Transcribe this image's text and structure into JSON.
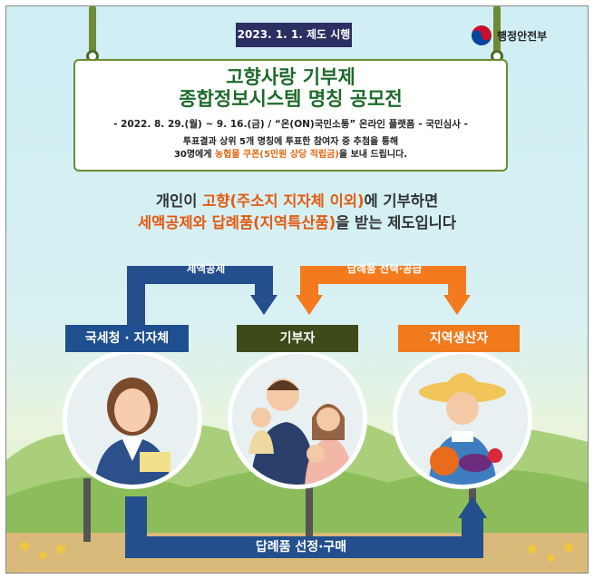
{
  "header": {
    "badge": "2023. 1. 1. 제도 시행",
    "ministry": "행정안전부",
    "ministry_logo_icon": "taegeuk-logo-icon"
  },
  "board": {
    "title_line1": "고향사랑 기부제",
    "title_line2": "종합정보시스템 명칭 공모전",
    "period": "- 2022. 8. 29.(월) ~ 9. 16.(금) / “온(ON)국민소통” 온라인 플랫폼 - 국민심사 -",
    "info_line1": "투표결과 상위 5개 명칭에 투표한 참여자 중 추첨을 통해",
    "info_line2_prefix": "30명에게 ",
    "info_line2_highlight": "농협몰 쿠폰(5만원 상당 적립금)",
    "info_line2_suffix": "을 보내 드립니다."
  },
  "description": {
    "line1_a": "개인이 ",
    "line1_b": "고향(주소지 지자체 이외)",
    "line1_c": "에 기부하면",
    "line2_a": "세액공제와 답례품(지역특산품)",
    "line2_b": "을 받는 제도입니다"
  },
  "flow": {
    "tax_credit_label": "세액공제",
    "gift_select_label": "답례품 선택·공급",
    "gift_purchase_label": "답례품 선정·구매"
  },
  "actors": [
    {
      "label": "국세청 · 지자체",
      "color": "#1f4f8e"
    },
    {
      "label": "기부자",
      "color": "#3d4b1a"
    },
    {
      "label": "지역생산자",
      "color": "#f07a1c"
    }
  ],
  "colors": {
    "navy_arrow": "#244f8c",
    "orange_arrow": "#f37b1d",
    "title_green": "#1e6b2a",
    "badge_bg": "#2b2f62"
  }
}
